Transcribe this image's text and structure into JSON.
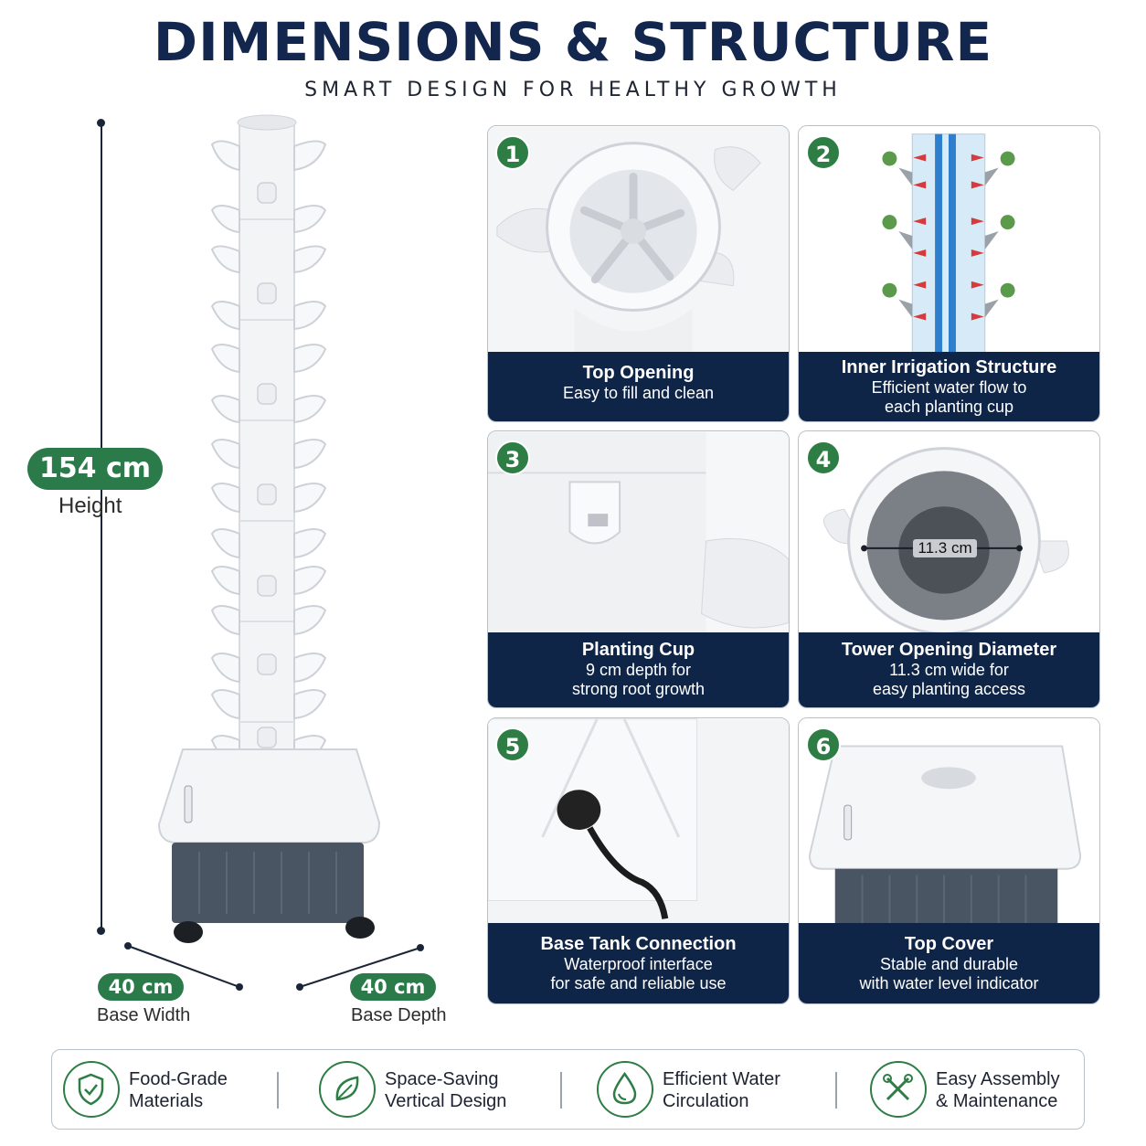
{
  "header": {
    "title": "DIMENSIONS & STRUCTURE",
    "subtitle": "SMART DESIGN FOR HEALTHY GROWTH"
  },
  "dimensions": {
    "height_value": "154 cm",
    "height_label": "Height",
    "width_value": "40 cm",
    "width_label": "Base Width",
    "depth_value": "40 cm",
    "depth_label": "Base Depth"
  },
  "cards": [
    {
      "number": "1",
      "title": "Top Opening",
      "desc1": "Easy to fill and clean",
      "desc2": ""
    },
    {
      "number": "2",
      "title": "Inner Irrigation Structure",
      "desc1": "Efficient water flow to",
      "desc2": "each planting cup"
    },
    {
      "number": "3",
      "title": "Planting Cup",
      "desc1": "9 cm depth for",
      "desc2": "strong root growth"
    },
    {
      "number": "4",
      "title": "Tower Opening Diameter",
      "desc1": "11.3 cm wide for",
      "desc2": "easy planting access",
      "image_label": "11.3 cm"
    },
    {
      "number": "5",
      "title": "Base Tank Connection",
      "desc1": "Waterproof interface",
      "desc2": "for safe and reliable use"
    },
    {
      "number": "6",
      "title": "Top Cover",
      "desc1": "Stable and durable",
      "desc2": "with water level indicator"
    }
  ],
  "features": [
    {
      "line1": "Food-Grade",
      "line2": "Materials",
      "icon": "shield-check-icon"
    },
    {
      "line1": "Space-Saving",
      "line2": "Vertical Design",
      "icon": "leaf-icon"
    },
    {
      "line1": "Efficient Water",
      "line2": "Circulation",
      "icon": "water-drop-icon"
    },
    {
      "line1": "Easy Assembly",
      "line2": "& Maintenance",
      "icon": "tools-icon"
    }
  ],
  "colors": {
    "navy": "#0f2547",
    "green": "#2e7d45",
    "tank": "#4a5563"
  }
}
